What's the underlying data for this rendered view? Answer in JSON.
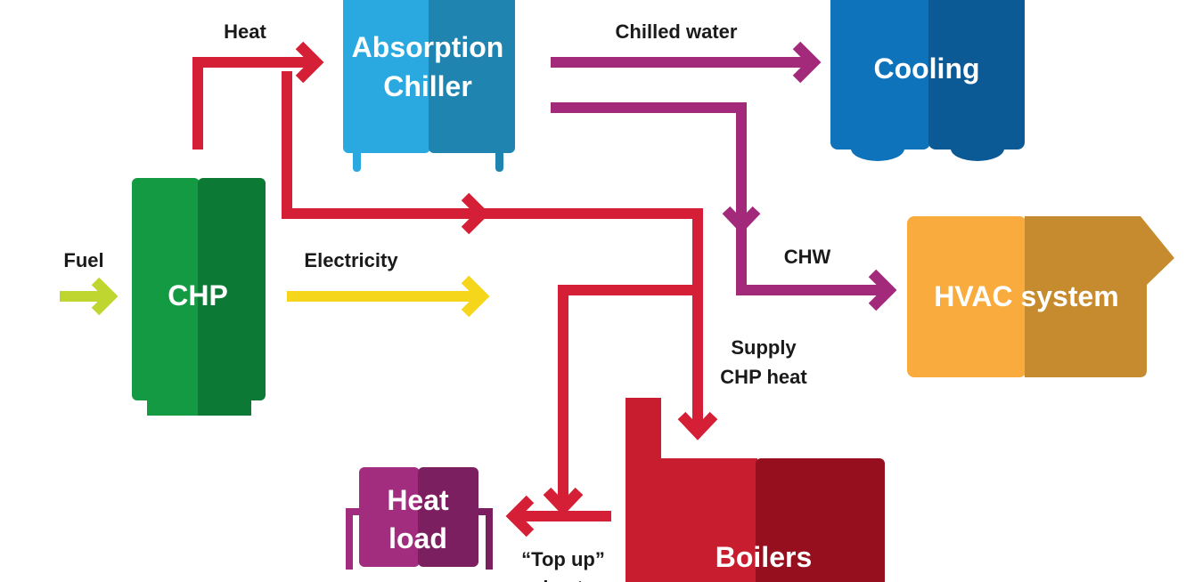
{
  "colors": {
    "heat": "#d41f36",
    "chilled": "#a32a7b",
    "electricity": "#f5d61a",
    "fuel": "#bfd630",
    "chp_light": "#139a43",
    "chp_dark": "#0c7a35",
    "chiller_light": "#2aa8e0",
    "chiller_dark": "#1f84b0",
    "cooling_light": "#0e73bb",
    "cooling_dark": "#0c5a95",
    "hvac_light": "#f9ac3d",
    "hvac_dark": "#c68a2f",
    "boiler_light": "#c81d2f",
    "boiler_dark": "#960f1f",
    "heatload_light": "#a22d7f",
    "heatload_dark": "#7c1f61"
  },
  "nodes": {
    "chp": "CHP",
    "absorption_chiller": [
      "Absorption",
      "Chiller"
    ],
    "cooling": "Cooling",
    "hvac": "HVAC system",
    "boilers": "Boilers",
    "heat_load": [
      "Heat",
      "load"
    ]
  },
  "flows": {
    "fuel": "Fuel",
    "heat": "Heat",
    "electricity": "Electricity",
    "chilled_water": "Chilled water",
    "chw": "CHW",
    "supply_chp_heat": [
      "Supply",
      "CHP heat"
    ],
    "top_up": [
      "“Top up”",
      "heat"
    ]
  }
}
